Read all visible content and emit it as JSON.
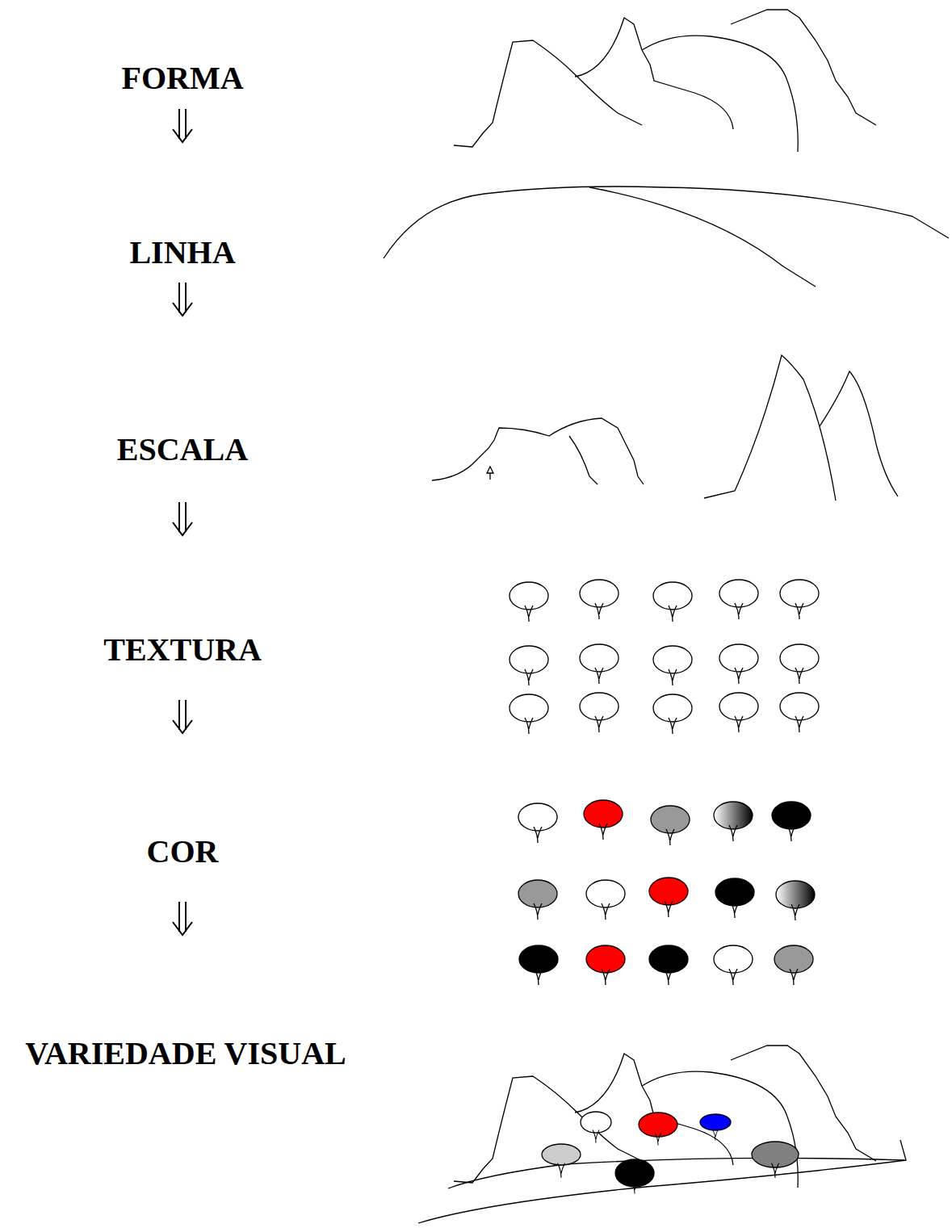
{
  "diagram": {
    "labels": [
      "FORMA",
      "LINHA",
      "ESCALA",
      "TEXTURA",
      "COR",
      "VARIEDADE VISUAL"
    ]
  }
}
